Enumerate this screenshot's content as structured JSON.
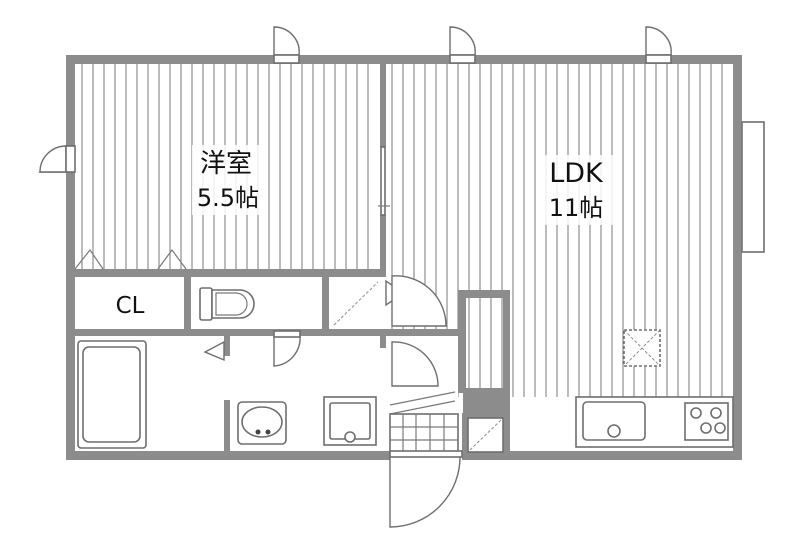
{
  "rooms": {
    "western_room": {
      "name": "洋室",
      "size": "5.5帖"
    },
    "ldk": {
      "name": "LDK",
      "size": "11帖"
    },
    "closet": {
      "name": "CL"
    }
  }
}
